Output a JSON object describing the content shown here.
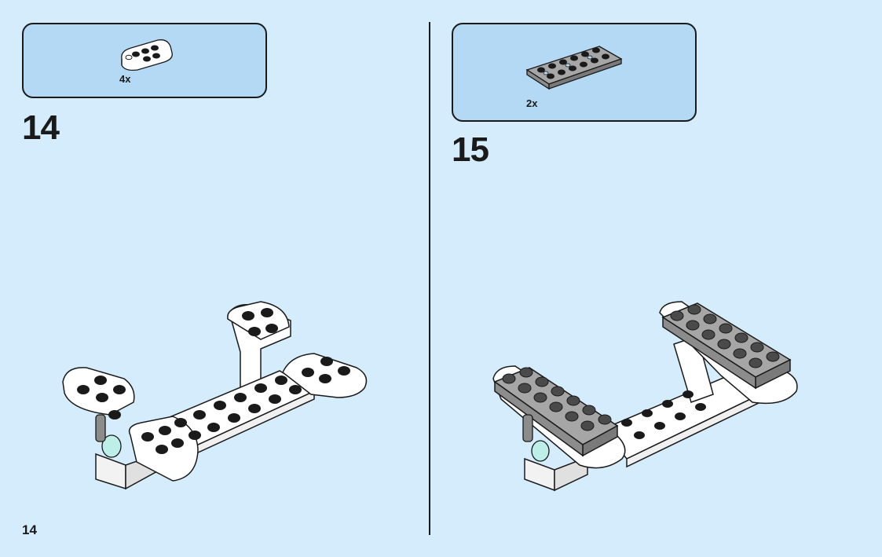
{
  "page_number": "14",
  "steps": [
    {
      "number": "14",
      "part": {
        "quantity": "4x",
        "color": "white",
        "shape": "rounded-plate-2x3"
      }
    },
    {
      "number": "15",
      "part": {
        "quantity": "2x",
        "color": "#9e9e9e",
        "shape": "plate-2x6-with-holes"
      }
    }
  ],
  "colors": {
    "background": "#d4ecfb",
    "parts_box": "#b3d9f5",
    "outline": "#1a1a1a",
    "stud_dark": "#1a1a1a",
    "plate_white": "#ffffff",
    "plate_grey": "#8c8c8c",
    "trans_clear": "#bdeee8"
  }
}
